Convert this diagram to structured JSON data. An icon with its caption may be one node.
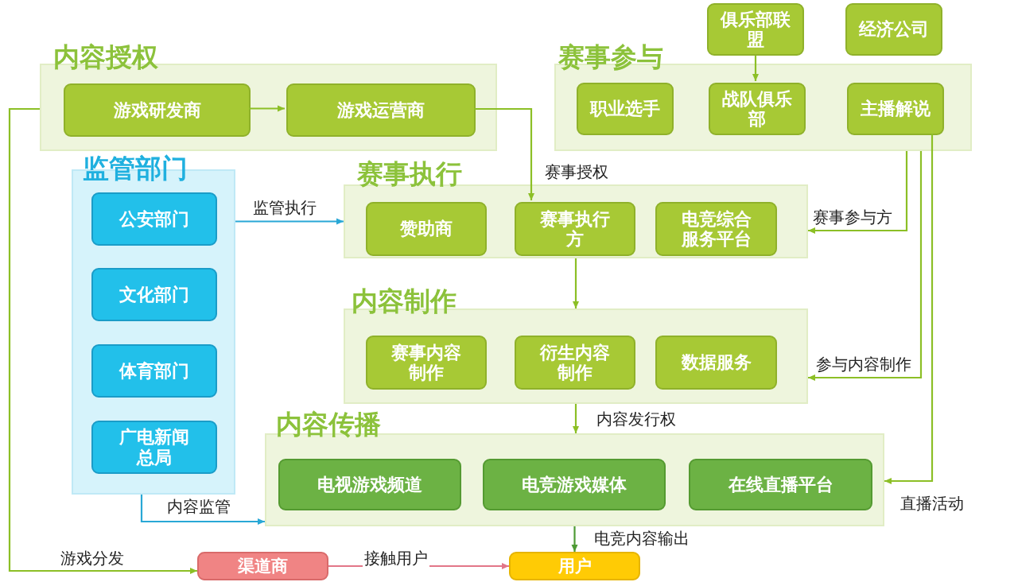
{
  "diagram": {
    "nodes": [
      {
        "text": [
          "内容授权"
        ]
      },
      {
        "text": [
          "游戏研发商"
        ],
        "in": 0
      },
      {
        "text": [
          "游戏运营商"
        ],
        "in": 0
      },
      {
        "text": [
          "赛事参与"
        ]
      },
      {
        "text": [
          "职业选手"
        ],
        "in": 3
      },
      {
        "text": [
          "战队俱乐部"
        ],
        "in": 3
      },
      {
        "text": [
          "主播解说"
        ],
        "in": 3
      },
      {
        "text": [
          "俱乐部联盟"
        ]
      },
      {
        "text": [
          "经济公司"
        ]
      },
      {
        "text": [
          "监管部门"
        ]
      },
      {
        "text": [
          "公安部门"
        ],
        "in": 9
      },
      {
        "text": [
          "文化部门"
        ],
        "in": 9
      },
      {
        "text": [
          "体育部门"
        ],
        "in": 9
      },
      {
        "text": [
          "广电新闻总局"
        ],
        "in": 9
      },
      {
        "text": [
          "赛事执行"
        ]
      },
      {
        "text": [
          "赞助商"
        ],
        "in": 14
      },
      {
        "text": [
          "赛事执行方"
        ],
        "in": 14
      },
      {
        "text": [
          "电竞综合服务平台"
        ],
        "in": 14
      },
      {
        "text": [
          "内容制作"
        ]
      },
      {
        "text": [
          "赛事内容制作"
        ],
        "in": 18
      },
      {
        "text": [
          "衍生内容制作"
        ],
        "in": 18
      },
      {
        "text": [
          "数据服务"
        ],
        "in": 18
      },
      {
        "text": [
          "内容传播"
        ]
      },
      {
        "text": [
          "电视游戏频道"
        ],
        "in": 22
      },
      {
        "text": [
          "电竞游戏媒体"
        ],
        "in": 22
      },
      {
        "text": [
          "在线直播平台"
        ],
        "in": 22
      },
      {
        "text": [
          "渠道商"
        ]
      },
      {
        "text": [
          "用户"
        ]
      }
    ],
    "edges": [
      {
        "from": 1,
        "to": 2,
        "arrow": "to"
      },
      {
        "from": 2,
        "to": 16,
        "arrow": "to",
        "label": "赛事授权"
      },
      {
        "from": 7,
        "to": 5,
        "arrow": "to"
      },
      {
        "from": 3,
        "to": 14,
        "arrow": "to",
        "label": "赛事参与方"
      },
      {
        "from": 3,
        "to": 18,
        "arrow": "to",
        "label": "参与内容制作"
      },
      {
        "from": 6,
        "to": 22,
        "arrow": "to",
        "label": "直播活动"
      },
      {
        "from": 9,
        "to": 14,
        "arrow": "to",
        "label": "监管执行",
        "color": "#29a8d6"
      },
      {
        "from": 9,
        "to": 22,
        "arrow": "to",
        "label": "内容监管",
        "color": "#29a8d6"
      },
      {
        "from": 0,
        "to": 26,
        "arrow": "to",
        "label": "游戏分发"
      },
      {
        "from": 14,
        "to": 18,
        "arrow": "to"
      },
      {
        "from": 18,
        "to": 22,
        "arrow": "to",
        "label": "内容发行权"
      },
      {
        "from": 22,
        "to": 27,
        "arrow": "to",
        "label": "电竞内容输出",
        "color": "#4e9a34"
      },
      {
        "from": 26,
        "to": 27,
        "arrow": "to",
        "label": "接触用户",
        "color": "#e27688"
      }
    ]
  }
}
